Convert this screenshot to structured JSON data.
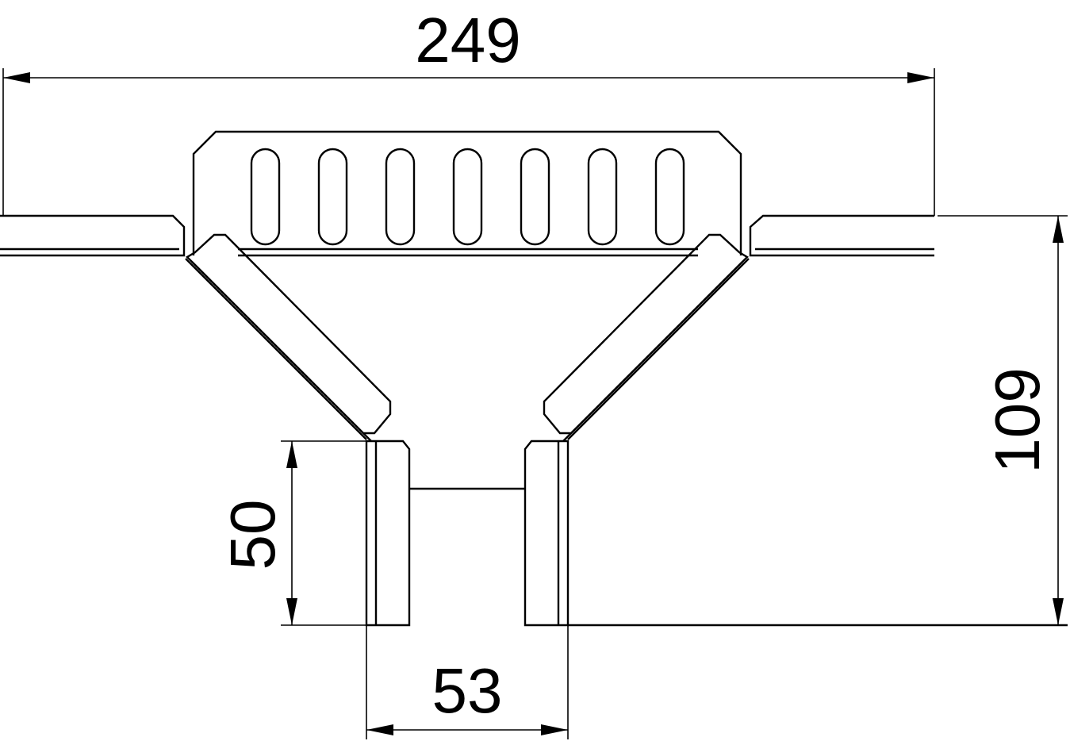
{
  "dimensions": {
    "overall_width": "249",
    "overall_height": "109",
    "outlet_height": "50",
    "outlet_width": "53"
  },
  "colors": {
    "line": "#000000",
    "background": "#ffffff"
  }
}
